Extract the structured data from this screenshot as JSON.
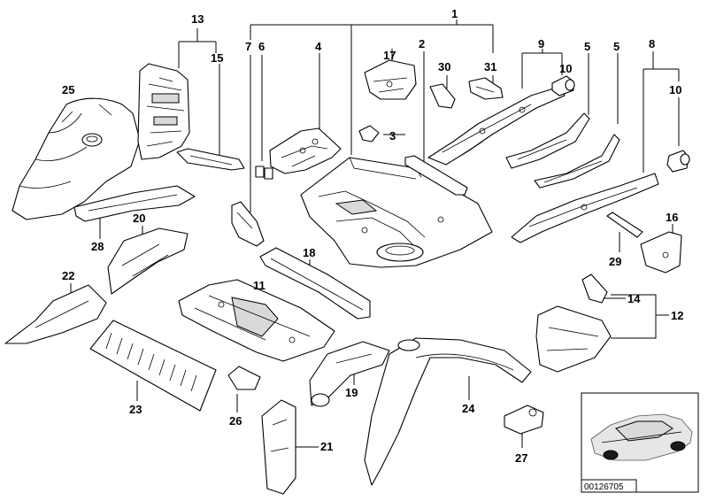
{
  "diagram": {
    "callouts": [
      "1",
      "2",
      "3",
      "4",
      "5",
      "5",
      "6",
      "7",
      "8",
      "9",
      "10",
      "10",
      "11",
      "12",
      "13",
      "14",
      "15",
      "16",
      "17",
      "18",
      "19",
      "20",
      "21",
      "22",
      "23",
      "24",
      "25",
      "26",
      "27",
      "28",
      "29",
      "30",
      "31"
    ],
    "inset_code": "00126705",
    "colors": {
      "line": "#000000",
      "shade": "#d9d9d9",
      "background": "#ffffff"
    }
  }
}
